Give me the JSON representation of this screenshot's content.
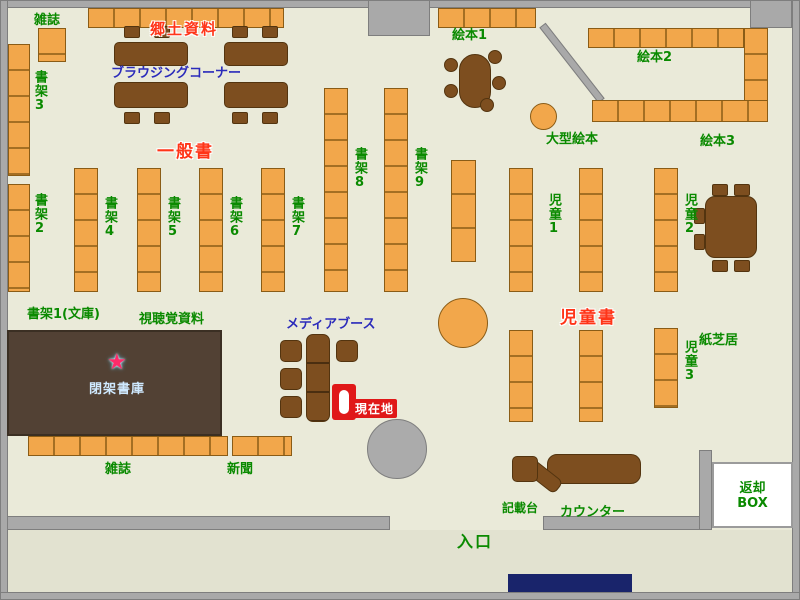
{
  "colors": {
    "background": "#eaead9",
    "wall": "#a9a9a9",
    "shelf_orange": "#f2a74b",
    "table_brown": "#7d4e1f",
    "closed_stacks_brown": "#524134",
    "green_label": "#0a8a00",
    "red_label": "#ff3518",
    "blue_label": "#2b2bbb",
    "current_location_red": "#e01818",
    "entrance_mat_navy": "#19246b"
  },
  "icons": {
    "star": "★"
  },
  "labels": {
    "magazines_top": "雑誌",
    "local_materials": "郷土資料",
    "browsing_corner": "ブラウジングコーナー",
    "picture_books_1": "絵本1",
    "picture_books_2": "絵本2",
    "picture_books_3": "絵本3",
    "general_books": "一般書",
    "shelf_3": "書架3",
    "shelf_2": "書架2",
    "shelf_4": "書架4",
    "shelf_5": "書架5",
    "shelf_6": "書架6",
    "shelf_7": "書架7",
    "shelf_8": "書架8",
    "shelf_9": "書架9",
    "large_picture_books": "大型絵本",
    "children_1": "児童1",
    "children_2": "児童2",
    "children_3": "児童3",
    "children_books": "児童書",
    "picture_story": "紙芝居",
    "shelf_1_bunko": "書架1(文庫)",
    "audio_visual": "視聴覚資料",
    "closed_stacks": "閉架書庫",
    "media_booth": "メディアブース",
    "current_location": "現在地",
    "magazines_bottom": "雑誌",
    "newspapers": "新聞",
    "writing_desk": "記載台",
    "counter": "カウンター",
    "return_box": "返却\nBOX",
    "entrance": "入口"
  }
}
